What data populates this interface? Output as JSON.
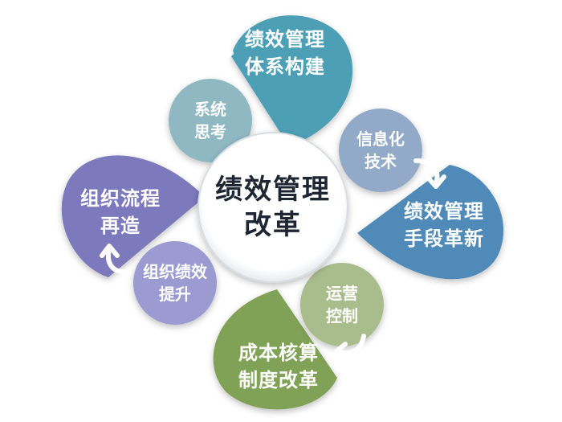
{
  "center": {
    "line1": "绩效管理",
    "line2": "改革"
  },
  "petals": {
    "top": {
      "line1": "绩效管理",
      "line2": "体系构建",
      "color": "#4e9fb6"
    },
    "right": {
      "line1": "绩效管理",
      "line2": "手段革新",
      "color": "#4f8ab9"
    },
    "bottom": {
      "line1": "成本核算",
      "line2": "制度改革",
      "color": "#7fa257"
    },
    "left": {
      "line1": "组织流程",
      "line2": "再造",
      "color": "#7b79bd"
    }
  },
  "bubbles": {
    "top": {
      "line1": "系统",
      "line2": "思考",
      "color": "#8fb8c2"
    },
    "right": {
      "line1": "信息化",
      "line2": "技术",
      "color": "#92aac7"
    },
    "bottom": {
      "line1": "运营",
      "line2": "控制",
      "color": "#a9bd8c"
    },
    "left": {
      "line1": "组织绩效",
      "line2": "提升",
      "color": "#9c9bd1"
    }
  }
}
